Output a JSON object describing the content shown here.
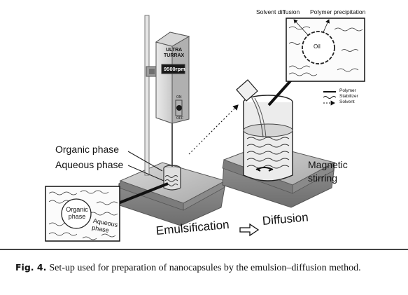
{
  "device": {
    "brand_line1": "ULTRA",
    "brand_line2": "TURRAX",
    "speed": "9500rpm",
    "switch_on": "ON",
    "switch_off": "OFF"
  },
  "labels": {
    "organic_phase": "Organic phase",
    "aqueous_phase": "Aqueous phase",
    "inset_organic": "Organic phase",
    "inset_aqueous": "Aqueous phase",
    "solvent_diffusion": "Solvent diffusion",
    "polymer_precipitation": "Polymer precipitation",
    "oil": "Oil",
    "magnetic_stirring": "Magnetic stirring",
    "emulsification": "Emulsification",
    "diffusion": "Diffusion"
  },
  "legend": [
    "Polymer",
    "Stabilizer",
    "Solvent"
  ],
  "caption": {
    "fig_label": "Fig. 4.",
    "text": "Set-up used for preparation of nanocapsules by the emulsion–diffusion method."
  }
}
